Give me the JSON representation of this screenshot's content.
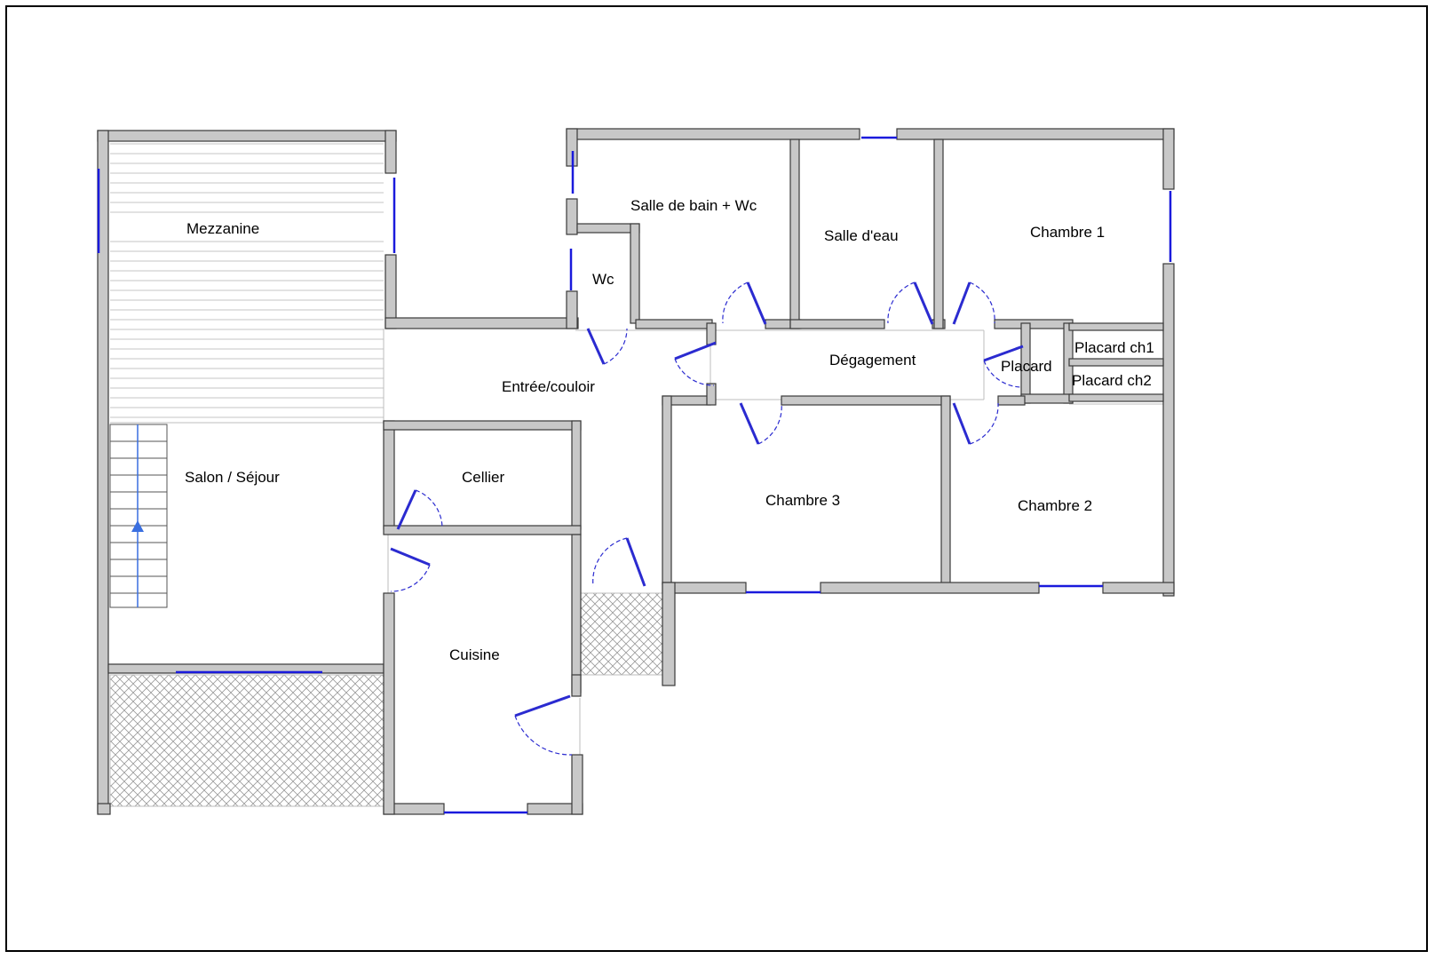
{
  "plan": {
    "rooms": {
      "mezzanine": "Mezzanine",
      "salle_de_bain": "Salle de bain + Wc",
      "salle_eau": "Salle d'eau",
      "chambre1": "Chambre 1",
      "wc": "Wc",
      "entree": "Entrée/couloir",
      "degagement": "Dégagement",
      "placard": "Placard",
      "placard_ch1": "Placard ch1",
      "placard_ch2": "Placard ch2",
      "salon": "Salon / Séjour",
      "cellier": "Cellier",
      "chambre3": "Chambre 3",
      "chambre2": "Chambre 2",
      "cuisine": "Cuisine"
    },
    "colors": {
      "wall_fill": "#c8c8c8",
      "wall_stroke": "#3a3a3a",
      "window": "#1a1adc",
      "door": "#2b2bd0",
      "stairs_arrow": "#3a6fe0",
      "hatch": "#9a9a9a"
    }
  }
}
